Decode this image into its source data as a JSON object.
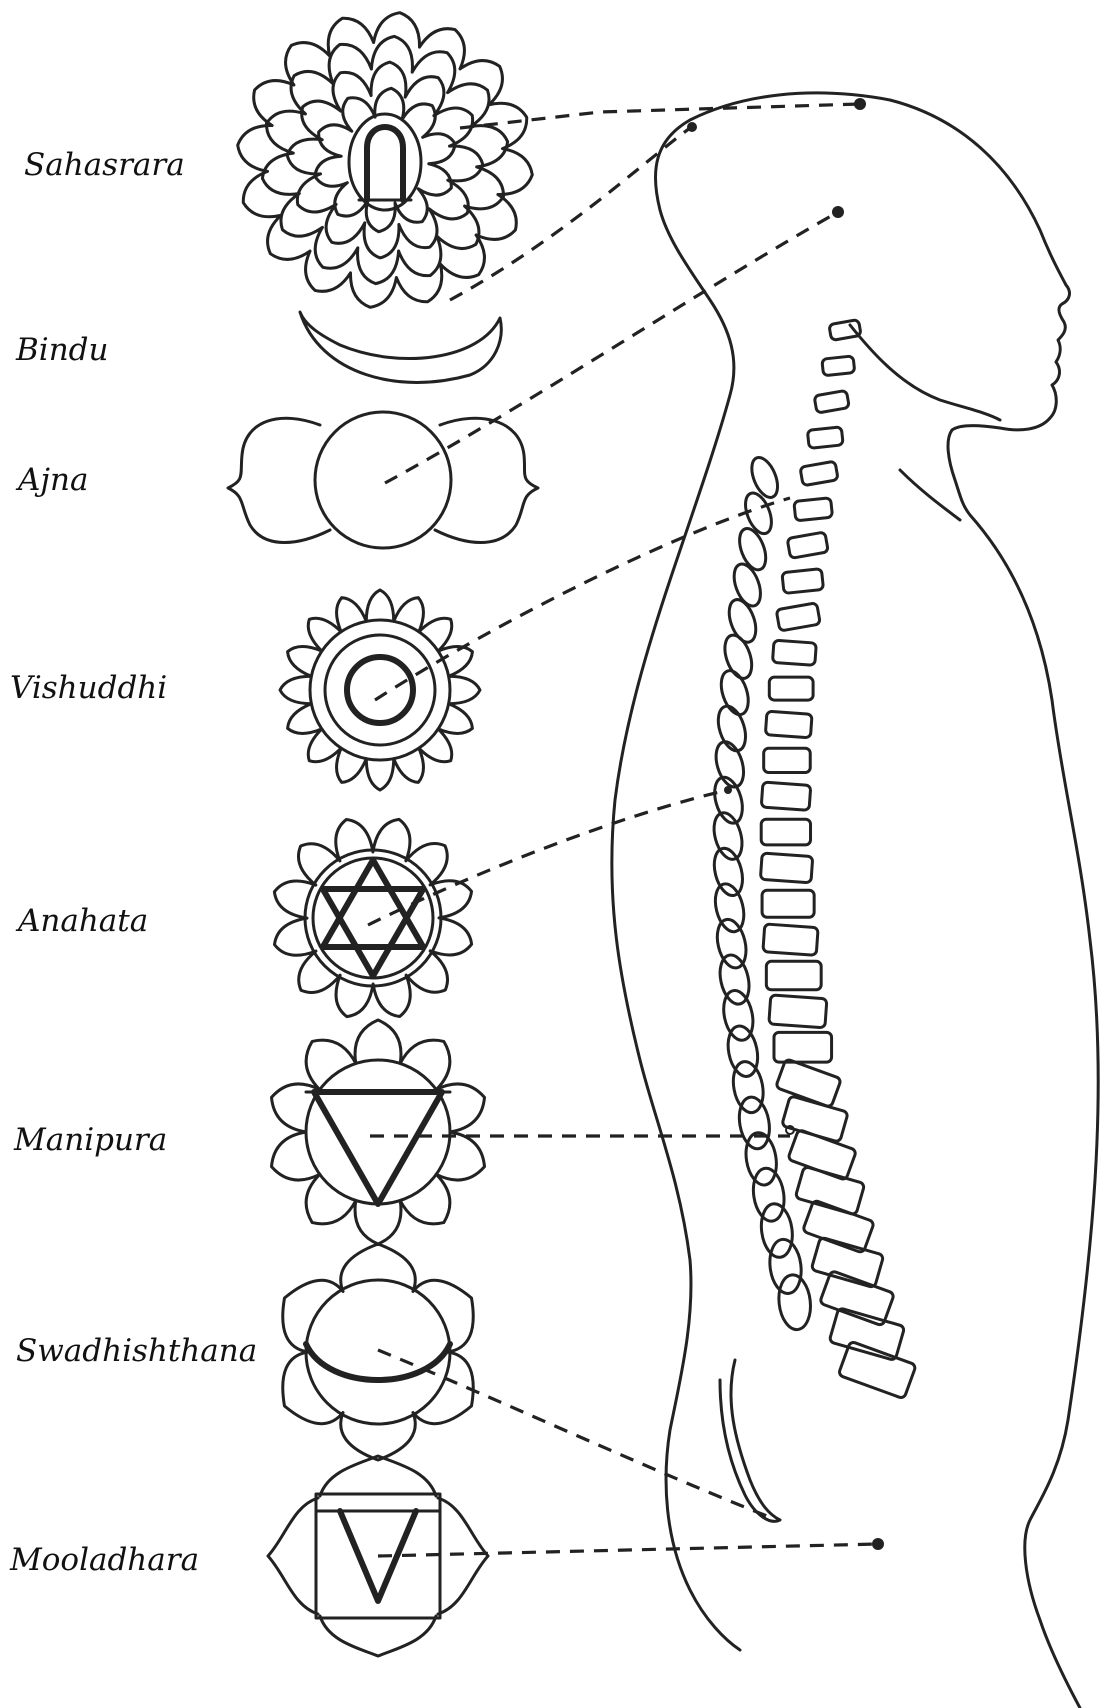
{
  "chakras": [
    {
      "id": "sahasrara",
      "name": "Sahasrara"
    },
    {
      "id": "bindu",
      "name": "Bindu"
    },
    {
      "id": "ajna",
      "name": "Ajna"
    },
    {
      "id": "vishuddhi",
      "name": "Vishuddhi"
    },
    {
      "id": "anahata",
      "name": "Anahata"
    },
    {
      "id": "manipura",
      "name": "Manipura"
    },
    {
      "id": "swadhishthana",
      "name": "Swadhishthana"
    },
    {
      "id": "mooladhara",
      "name": "Mooladhara"
    }
  ],
  "colors": {
    "ink": "#222222",
    "background": "#ffffff"
  }
}
